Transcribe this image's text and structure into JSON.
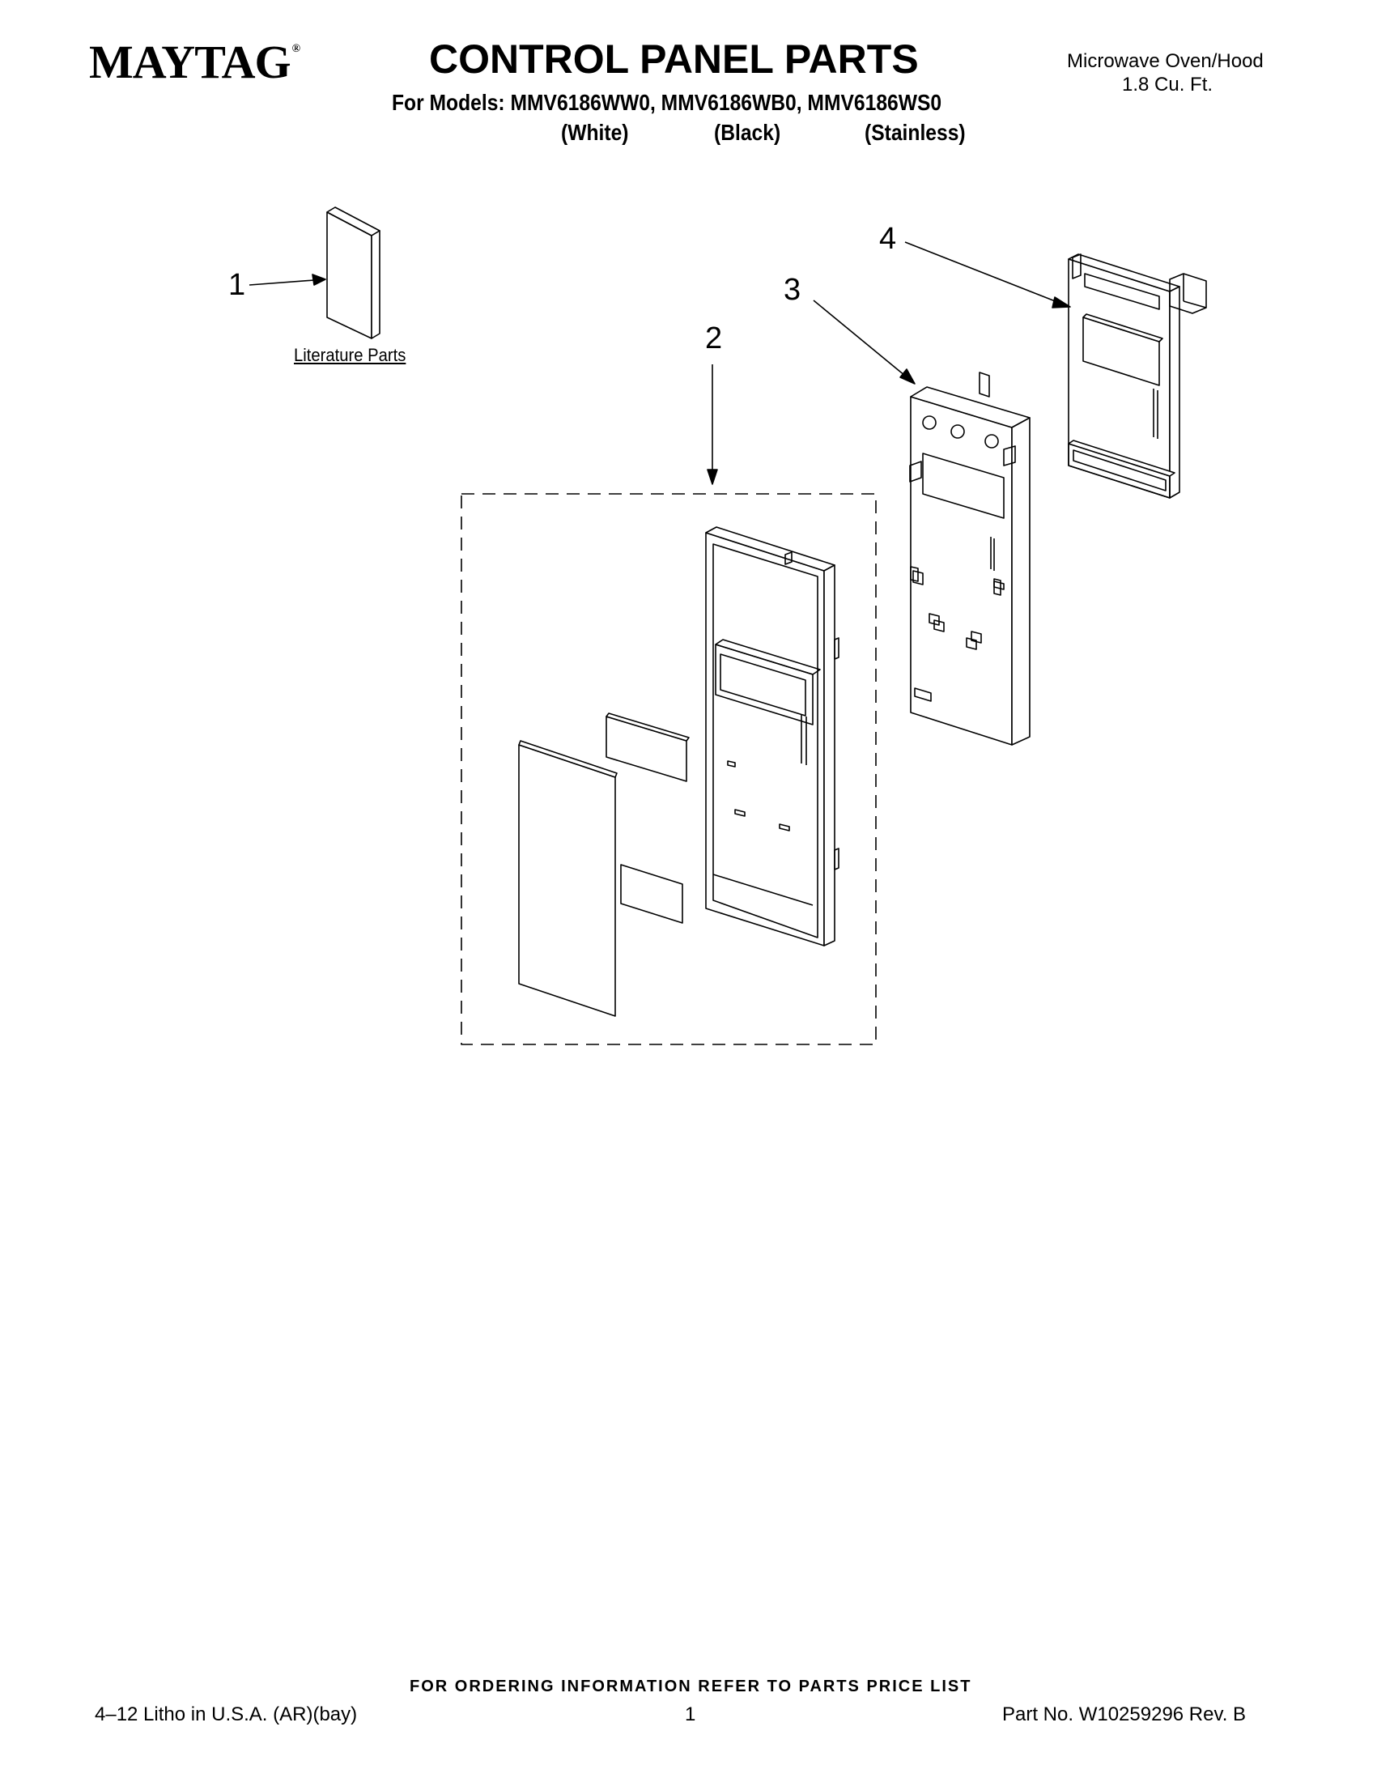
{
  "header": {
    "brand": "MAYTAG",
    "brand_mark": "®",
    "title": "CONTROL PANEL PARTS",
    "models_line": "For Models: MMV6186WW0, MMV6186WB0, MMV6186WS0",
    "finishes": [
      "(White)",
      "(Black)",
      "(Stainless)"
    ],
    "product": "Microwave Oven/Hood",
    "capacity": "1.8 Cu. Ft."
  },
  "diagram": {
    "callouts": [
      "1",
      "2",
      "3",
      "4"
    ],
    "literature_label": "Literature Parts"
  },
  "footer": {
    "ordering_note": "FOR ORDERING INFORMATION REFER TO PARTS PRICE LIST",
    "print_info": "4‒12 Litho in U.S.A. (AR)(bay)",
    "page_number": "1",
    "part_number": "Part No. W10259296 Rev. B"
  }
}
